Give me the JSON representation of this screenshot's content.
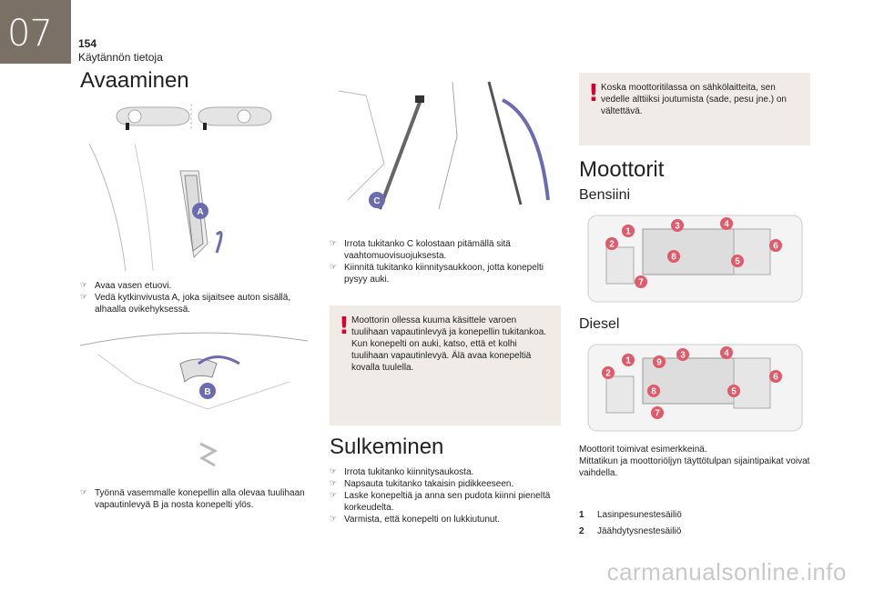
{
  "page": {
    "chapter": "07",
    "number": "154",
    "chapter_title": "Käytännön tietoja"
  },
  "col1": {
    "title": "Avaaminen",
    "callout_a": "A",
    "callout_b": "B",
    "steps1": [
      "Avaa vasen etuovi.",
      "Vedä kytkinvivusta A, joka sijaitsee auton sisällä, alhaalla ovikehyksessä."
    ],
    "steps2": [
      "Työnnä vasemmalle konepellin alla olevaa tuulihaan vapautinlevyä B ja nosta konepelti ylös."
    ]
  },
  "col2": {
    "callout_c": "C",
    "steps": [
      "Irrota tukitanko C kolostaan pitämällä sitä vaahtomuovisuojuksesta.",
      "Kiinnitä tukitanko kiinnitysaukkoon, jotta konepelti pysyy auki."
    ],
    "warning": "Moottorin ollessa kuuma käsittele varoen tuulihaan vapautinlevyä ja konepellin tukitankoa. Kun konepelti on auki, katso, että et kolhi tuulihaan vapautinlevyä. Älä avaa konepeltiä kovalla tuulella.",
    "closing_title": "Sulkeminen",
    "closing_steps": [
      "Irrota tukitanko kiinnitysaukosta.",
      "Napsauta tukitanko takaisin pidikkeeseen.",
      "Laske konepeltiä ja anna sen pudota kiinni pieneltä korkeudelta.",
      "Varmista, että konepelti on lukkiutunut."
    ]
  },
  "col3": {
    "warning": "Koska moottoritilassa on sähkölaitteita, sen vedelle alttiiksi joutumista (sade, pesu jne.) on vältettävä.",
    "title": "Moottorit",
    "petrol": "Bensiini",
    "diesel": "Diesel",
    "petrol_markers": [
      "1",
      "2",
      "3",
      "4",
      "5",
      "6",
      "7",
      "8"
    ],
    "diesel_markers": [
      "1",
      "2",
      "3",
      "4",
      "5",
      "6",
      "7",
      "8",
      "9"
    ],
    "note": "Moottorit toimivat esimerkkeinä.\nMittatikun ja moottoriöljyn täyttötulpan sijaintipaikat voivat vaihdella.",
    "legend": [
      {
        "num": "1",
        "label": "Lasinpesunestesäiliö"
      },
      {
        "num": "2",
        "label": "Jäähdytysnestesäiliö"
      }
    ]
  },
  "colors": {
    "accent": "#6b6bb3",
    "tab": "#7a7066",
    "warning_bg": "#f0ebe6",
    "warning_mark": "#d8002a",
    "marker": "#e05a6a"
  },
  "watermark": "carmanualsonline.info"
}
